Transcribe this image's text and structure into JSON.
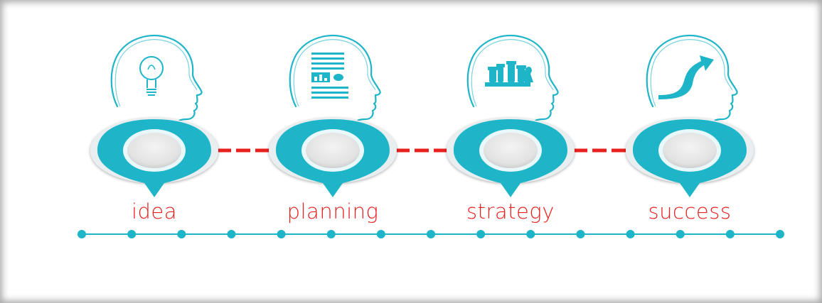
{
  "colors": {
    "accent": "#1fb5c9",
    "connector": "#e8211f",
    "label": "#e8211f",
    "pin_inner": "#e6e6e6",
    "pin_ring": "#e9eef0"
  },
  "steps": [
    {
      "label": "idea",
      "icon": "head-lightbulb-icon"
    },
    {
      "label": "planning",
      "icon": "head-document-chart-icon"
    },
    {
      "label": "strategy",
      "icon": "head-chess-pieces-icon"
    },
    {
      "label": "success",
      "icon": "head-rising-arrow-icon"
    }
  ],
  "timeline": {
    "dot_count": 15
  }
}
